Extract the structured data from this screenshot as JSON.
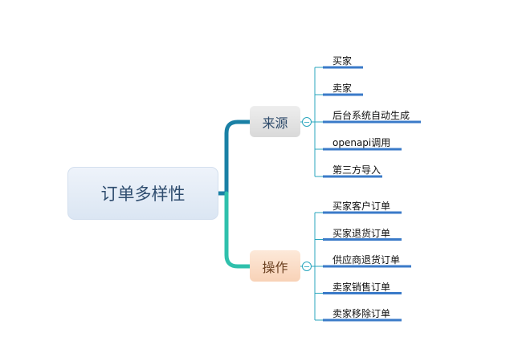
{
  "root": {
    "label": "订单多样性"
  },
  "branches": [
    {
      "label": "来源",
      "collapse_symbol": "−",
      "items": [
        "买家",
        "卖家",
        "后台系统自动生成",
        "openapi调用",
        "第三方导入"
      ]
    },
    {
      "label": "操作",
      "collapse_symbol": "−",
      "items": [
        "买家客户订单",
        "买家退货订单",
        "供应商退货订单",
        "卖家销售订单",
        "卖家移除订单"
      ]
    }
  ],
  "colors": {
    "source_connector": "#1a80a5",
    "ops_connector": "#2fc0ac",
    "leaf_line": "#3a7ac8",
    "tree_line": "#29a6bd",
    "toggle": "#29a6bd"
  }
}
